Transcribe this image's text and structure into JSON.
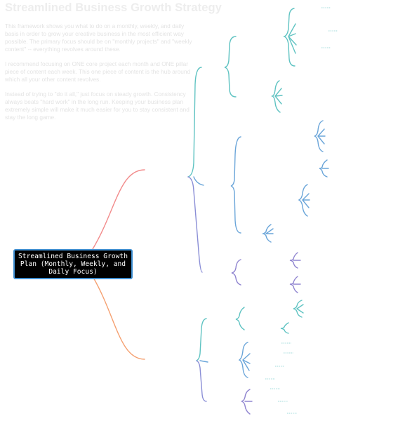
{
  "intro": {
    "title": "Streamlined Business Growth Strategy",
    "paragraphs": [
      "This framework shows you what to do on a monthly, weekly, and daily basis in order to grow your creative business in the most efficient way possible. The primary focus should be on \"monthly projects\" and \"weekly content\" -- everything revolves around these.",
      "I recommend focusing on ONE core project each month and ONE pillar piece of content each week. This one piece of content is the hub around which all your other content revolves.",
      "Instead of trying to \"do it all,\" just focus on steady growth. Consistency always beats \"hard work\" in the long run. Keeping your business plan extremely simple will make it much easier for you to stay consistent and stay the long game."
    ]
  },
  "root": {
    "label": "Streamlined Business Growth Plan (Monthly, Weekly, and Daily Focus)"
  },
  "colors": {
    "branch_upper": "#f28b8b",
    "branch_lower": "#f5a070",
    "teal": "#5fc3c2",
    "blue": "#6aa5d9",
    "purple": "#9085d0",
    "root_bg": "#000000",
    "root_border": "#3f8fd2"
  }
}
